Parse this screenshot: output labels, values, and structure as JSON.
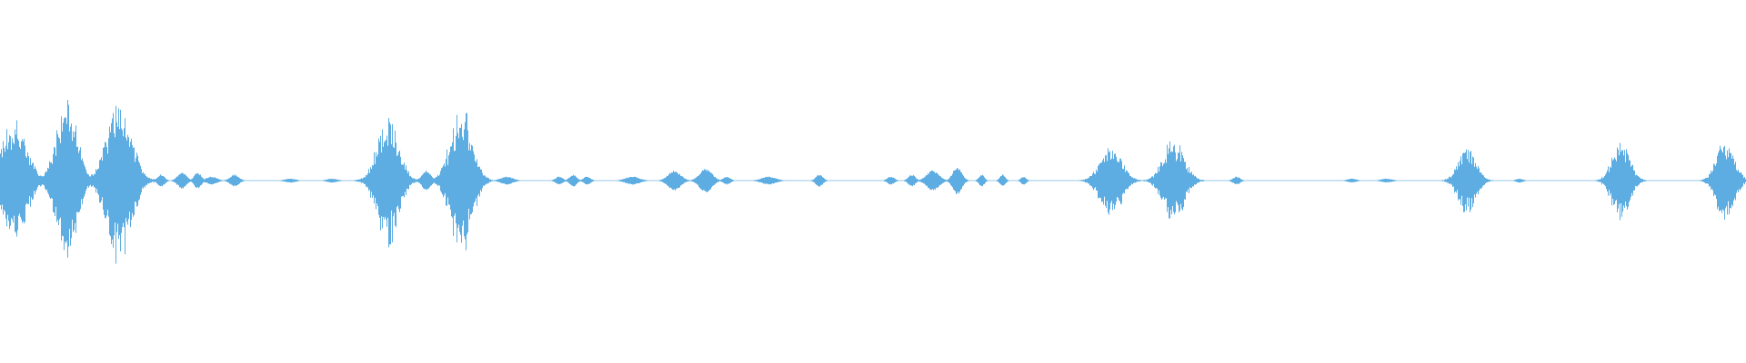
{
  "waveform": {
    "color": "#5dade2",
    "background": "#ffffff",
    "bursts": [
      {
        "center": 0.008,
        "width": 0.014,
        "amplitude": 0.32,
        "style": "noisy"
      },
      {
        "center": 0.038,
        "width": 0.012,
        "amplitude": 0.42,
        "style": "noisy"
      },
      {
        "center": 0.068,
        "width": 0.014,
        "amplitude": 0.45,
        "style": "noisy"
      },
      {
        "center": 0.092,
        "width": 0.004,
        "amplitude": 0.03,
        "style": "smooth"
      },
      {
        "center": 0.104,
        "width": 0.005,
        "amplitude": 0.04,
        "style": "smooth"
      },
      {
        "center": 0.113,
        "width": 0.004,
        "amplitude": 0.04,
        "style": "smooth"
      },
      {
        "center": 0.121,
        "width": 0.006,
        "amplitude": 0.02,
        "style": "smooth"
      },
      {
        "center": 0.134,
        "width": 0.005,
        "amplitude": 0.03,
        "style": "smooth"
      },
      {
        "center": 0.166,
        "width": 0.006,
        "amplitude": 0.01,
        "style": "smooth"
      },
      {
        "center": 0.19,
        "width": 0.006,
        "amplitude": 0.01,
        "style": "smooth"
      },
      {
        "center": 0.208,
        "width": 0.006,
        "amplitude": 0.01,
        "style": "smooth"
      },
      {
        "center": 0.222,
        "width": 0.012,
        "amplitude": 0.35,
        "style": "noisy"
      },
      {
        "center": 0.244,
        "width": 0.005,
        "amplitude": 0.05,
        "style": "smooth"
      },
      {
        "center": 0.254,
        "width": 0.004,
        "amplitude": 0.06,
        "style": "smooth"
      },
      {
        "center": 0.264,
        "width": 0.012,
        "amplitude": 0.4,
        "style": "noisy"
      },
      {
        "center": 0.29,
        "width": 0.007,
        "amplitude": 0.02,
        "style": "smooth"
      },
      {
        "center": 0.32,
        "width": 0.004,
        "amplitude": 0.02,
        "style": "smooth"
      },
      {
        "center": 0.328,
        "width": 0.004,
        "amplitude": 0.03,
        "style": "smooth"
      },
      {
        "center": 0.336,
        "width": 0.004,
        "amplitude": 0.02,
        "style": "smooth"
      },
      {
        "center": 0.362,
        "width": 0.008,
        "amplitude": 0.02,
        "style": "smooth"
      },
      {
        "center": 0.386,
        "width": 0.007,
        "amplitude": 0.05,
        "style": "smooth"
      },
      {
        "center": 0.404,
        "width": 0.007,
        "amplitude": 0.06,
        "style": "smooth"
      },
      {
        "center": 0.416,
        "width": 0.004,
        "amplitude": 0.02,
        "style": "smooth"
      },
      {
        "center": 0.44,
        "width": 0.008,
        "amplitude": 0.02,
        "style": "smooth"
      },
      {
        "center": 0.469,
        "width": 0.004,
        "amplitude": 0.03,
        "style": "smooth"
      },
      {
        "center": 0.51,
        "width": 0.004,
        "amplitude": 0.02,
        "style": "smooth"
      },
      {
        "center": 0.522,
        "width": 0.004,
        "amplitude": 0.03,
        "style": "smooth"
      },
      {
        "center": 0.534,
        "width": 0.007,
        "amplitude": 0.05,
        "style": "smooth"
      },
      {
        "center": 0.548,
        "width": 0.005,
        "amplitude": 0.07,
        "style": "smooth"
      },
      {
        "center": 0.562,
        "width": 0.003,
        "amplitude": 0.03,
        "style": "smooth"
      },
      {
        "center": 0.574,
        "width": 0.003,
        "amplitude": 0.03,
        "style": "smooth"
      },
      {
        "center": 0.586,
        "width": 0.003,
        "amplitude": 0.02,
        "style": "smooth"
      },
      {
        "center": 0.636,
        "width": 0.012,
        "amplitude": 0.2,
        "style": "noisy"
      },
      {
        "center": 0.672,
        "width": 0.012,
        "amplitude": 0.22,
        "style": "noisy"
      },
      {
        "center": 0.708,
        "width": 0.004,
        "amplitude": 0.02,
        "style": "smooth"
      },
      {
        "center": 0.774,
        "width": 0.005,
        "amplitude": 0.01,
        "style": "smooth"
      },
      {
        "center": 0.794,
        "width": 0.006,
        "amplitude": 0.01,
        "style": "smooth"
      },
      {
        "center": 0.84,
        "width": 0.01,
        "amplitude": 0.18,
        "style": "noisy"
      },
      {
        "center": 0.87,
        "width": 0.004,
        "amplitude": 0.01,
        "style": "smooth"
      },
      {
        "center": 0.928,
        "width": 0.01,
        "amplitude": 0.21,
        "style": "noisy"
      },
      {
        "center": 0.988,
        "width": 0.01,
        "amplitude": 0.22,
        "style": "noisy"
      }
    ]
  }
}
